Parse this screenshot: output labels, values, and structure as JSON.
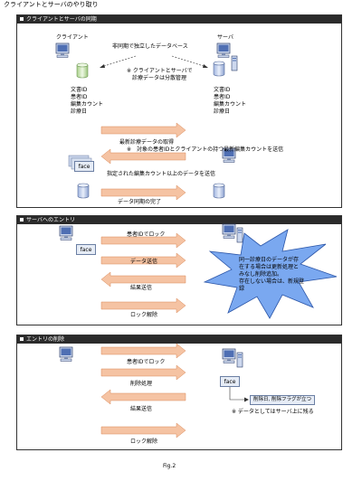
{
  "doc_title": "クライアントとサーバのやり取り",
  "fig_label": "Fig.2",
  "panel1": {
    "title": "クライアントとサーバの同期",
    "client_label": "クライアント",
    "server_label": "サーバ",
    "db_label": "非同期で独立したデータベース",
    "note1": "※ クライアントとサーバで",
    "note2": "診療データは分散管理",
    "client_fields": [
      "文書ID",
      "患者ID",
      "編集カウント",
      "診療日"
    ],
    "server_fields": [
      "文書ID",
      "患者ID",
      "編集カウント",
      "診療日"
    ],
    "step1": "最新診療データの取得",
    "step1_note": "※　対象の患者IDとクライアントの持つ最新編集カウントを送信",
    "face": "face",
    "step2": "指定された編集カウント以上のデータを送信",
    "step3": "データ同期の完了"
  },
  "panel2": {
    "title": "サーバへのエントリ",
    "face": "face",
    "step1": "患者IDでロック",
    "step2": "データ送信",
    "step3": "結果送信",
    "step4": "ロック解除",
    "burst_lines": [
      "同一診療日のデータが存",
      "在する場合は更新処理と",
      "みなし削除追加。",
      "存在しない場合は、新規登",
      "録"
    ]
  },
  "panel3": {
    "title": "エントリの削除",
    "face": "face",
    "step1": "患者IDでロック",
    "step2": "削除処理",
    "step3": "結果送信",
    "step4": "ロック解除",
    "flag_text": "削除日, 削除フラグが立つ",
    "note": "※ データとしてはサーバ上に残る"
  },
  "colors": {
    "arrow_fill": "#f5c3a3",
    "arrow_stroke": "#d98a5a",
    "burst_fill": "#7aa8f0",
    "burst_stroke": "#2c56a8",
    "db_fill": "#b8c8ea",
    "db_green": "#cfe8b8",
    "monitor_fill": "#5a7ab8"
  }
}
